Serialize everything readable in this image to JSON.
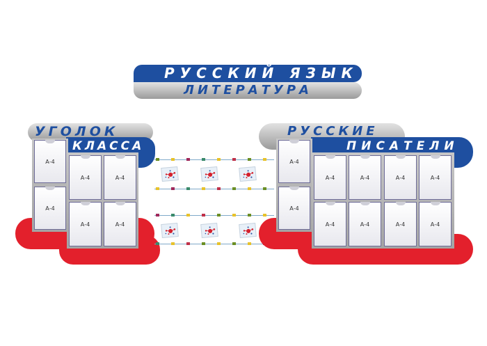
{
  "header": {
    "line1": "РУССКИЙ  ЯЗЫК",
    "line2": "ЛИТЕРАТУРА",
    "colors": {
      "blue": "#1e4fa0",
      "red": "#e3202c",
      "grey": "#b8b8b8"
    }
  },
  "left_stand": {
    "title_line1": "УГОЛОК",
    "title_line2": "КЛАССА",
    "pockets": [
      "А-4",
      "А-4",
      "А-4",
      "А-4",
      "А-4",
      "А-4"
    ]
  },
  "right_stand": {
    "title_line1": "РУССКИЕ",
    "title_line2": "ПИСАТЕЛИ",
    "pockets": [
      "А-4",
      "А-4",
      "А-4",
      "А-4",
      "А-4",
      "А-4",
      "А-4",
      "А-4",
      "А-4",
      "А-4"
    ]
  },
  "center_display": {
    "icon": "splash-sheet-icon"
  }
}
